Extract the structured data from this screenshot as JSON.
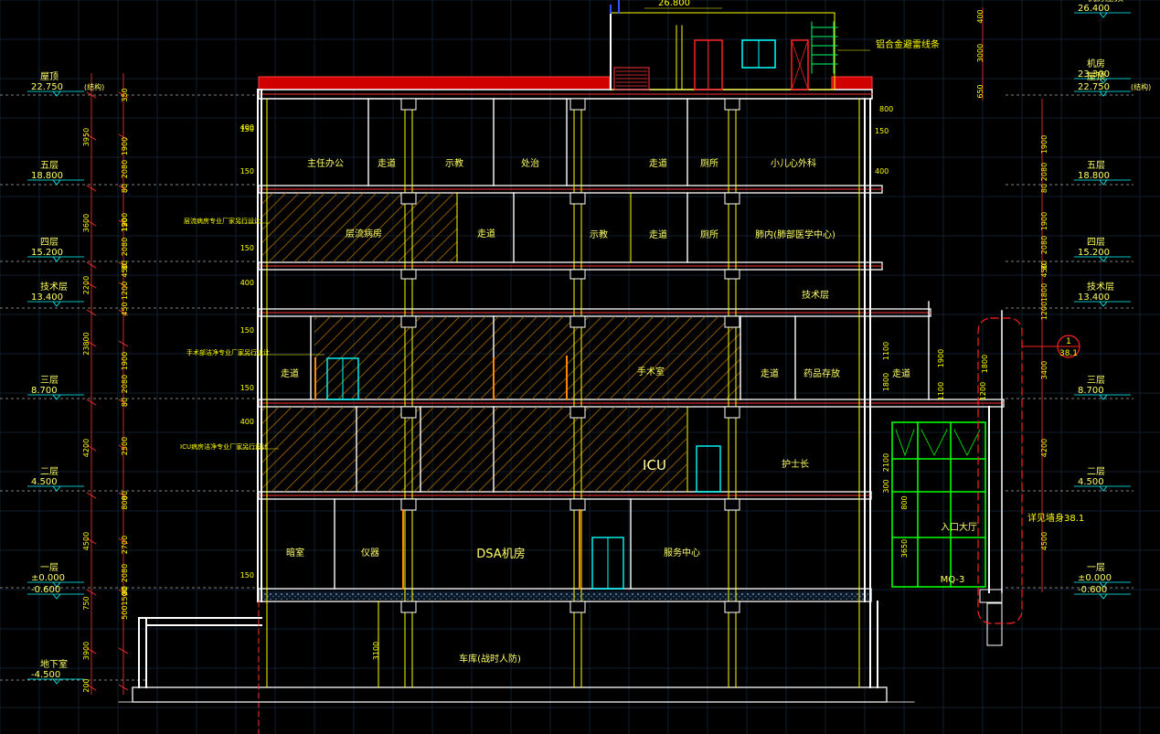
{
  "colors": {
    "background": "#000000",
    "grid": "#1a2a3a",
    "wall": "#ffffff",
    "slab": "#cfcfcf",
    "structure": "#ffff00",
    "room_text": "#ffff66",
    "dimension": "#ffff00",
    "elevation": "#00ffff",
    "leader": "#ff3333",
    "hatch": "#b07000",
    "window": "#00ffff",
    "curtain_wall": "#00ff00",
    "roof_parapet": "#ff0000"
  },
  "drawing": {
    "rooms": {
      "r5_1": "主任办公",
      "r5_2": "走道",
      "r5_3": "示教",
      "r5_4": "处治",
      "r5_5": "走道",
      "r5_6": "厕所",
      "r5_7": "小儿心外科",
      "r4_1": "层流病房",
      "r4_2": "走道",
      "r4_3": "示教",
      "r4_4": "走道",
      "r4_5": "厕所",
      "r4_6": "肺内(肺部医学中心)",
      "rt_1": "技术层",
      "r3_1": "走道",
      "r3_2": "手术室",
      "r3_3": "走道",
      "r3_4": "药品存放",
      "r3_5": "走道",
      "r2_1": "ICU",
      "r2_2": "护士长",
      "r1_1": "暗室",
      "r1_2": "仪器",
      "r1_3": "DSA机房",
      "r1_4": "服务中心",
      "r1_5": "入口大厅",
      "r1_6": "MQ-3",
      "rb_1": "车库(战时人防)"
    },
    "notes": {
      "roof_glass": "铝合金避雷线条",
      "hatch_note_4f": "层流病房专业厂家另行设计",
      "hatch_note_3f": "手术部洁净专业厂家另行设计",
      "hatch_note_2f": "ICU病房洁净专业厂家另行设计",
      "section_ref": "详见墙身38.1",
      "callout_num": "1",
      "callout_sheet": "38.1"
    },
    "left_levels": [
      {
        "name": "屋顶",
        "value": "22.750",
        "note": "(结构)"
      },
      {
        "name": "五层",
        "value": "18.800"
      },
      {
        "name": "四层",
        "value": "15.200"
      },
      {
        "name": "技术层",
        "value": "13.400"
      },
      {
        "name": "三层",
        "value": "8.700"
      },
      {
        "name": "二层",
        "value": "4.500"
      },
      {
        "name": "一层",
        "value": "±0.000"
      },
      {
        "name": "",
        "value": "-0.600"
      },
      {
        "name": "地下室",
        "value": "-4.500"
      }
    ],
    "right_levels": [
      {
        "name": "机房屋顶",
        "value": "26.400"
      },
      {
        "name": "机房",
        "value": "23.300"
      },
      {
        "name": "屋顶",
        "value": "22.750",
        "note": "(结构)"
      },
      {
        "name": "五层",
        "value": "18.800"
      },
      {
        "name": "四层",
        "value": "15.200"
      },
      {
        "name": "技术层",
        "value": "13.400"
      },
      {
        "name": "三层",
        "value": "8.700"
      },
      {
        "name": "二层",
        "value": "4.500"
      },
      {
        "name": "一层",
        "value": "±0.000"
      },
      {
        "name": "",
        "value": "-0.600"
      }
    ],
    "top_level": "26.800",
    "dims_outer_left": [
      "3950",
      "3600",
      "2200",
      "23800",
      "4200",
      "4500",
      "3900",
      "750",
      "200"
    ],
    "dims_inner_left": [
      "350",
      "1900",
      "80",
      "2080",
      "120",
      "1900",
      "80",
      "2080",
      "450",
      "1200",
      "450",
      "1900",
      "80",
      "2080",
      "2500",
      "80",
      "800",
      "2700",
      "80",
      "2080",
      "5001500"
    ],
    "dims_right": [
      "400",
      "3000",
      "650",
      "1900",
      "80",
      "2080",
      "1900",
      "80",
      "2080",
      "450",
      "4200",
      "4500",
      "3400",
      "1100",
      "1800",
      "1900",
      "1100",
      "1200",
      "2100",
      "300",
      "800",
      "3650",
      "1800",
      "150",
      "400",
      "150",
      "400",
      "150",
      "400",
      "150",
      "150",
      "150",
      "800",
      "150",
      "400",
      "3100",
      "1200",
      "1800"
    ]
  }
}
